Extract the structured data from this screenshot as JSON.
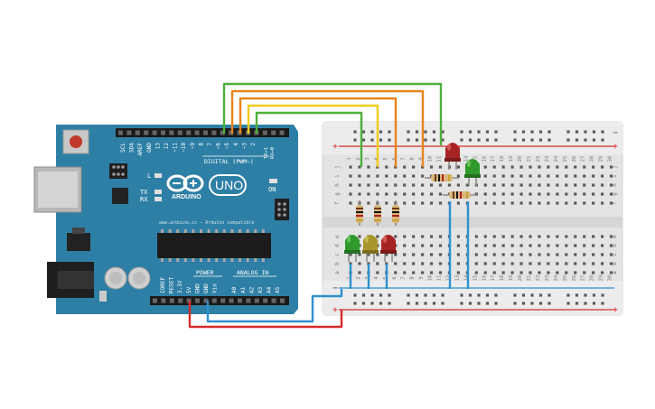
{
  "arduino": {
    "brand": "ARDUINO",
    "model": "UNO",
    "url_text": "www.arduino.cc — Arduino compatible",
    "on_label": "ON",
    "l_label": "L",
    "tx_label": "TX",
    "rx_label": "RX",
    "digital_header": "DIGITAL (PWM~)",
    "tx_pin": "TX→1",
    "rx_pin": "RX←0",
    "top_pins": [
      "SCL",
      "SDA",
      "AREF",
      "GND",
      "13",
      "12",
      "~11",
      "~10",
      "~9",
      "8",
      "7",
      "~6",
      "~5",
      "4",
      "~3",
      "2"
    ],
    "power_header": "POWER",
    "analog_header": "ANALOG IN",
    "bottom_pins": [
      "IOREF",
      "RESET",
      "3.3V",
      "5V",
      "GND",
      "GND",
      "Vin",
      "A0",
      "A1",
      "A2",
      "A3",
      "A4",
      "A5"
    ]
  },
  "breadboard": {
    "row_letters_top": [
      "j",
      "i",
      "h",
      "g",
      "f"
    ],
    "row_letters_bottom": [
      "e",
      "d",
      "c",
      "b",
      "a"
    ],
    "column_numbers": [
      "1",
      "2",
      "3",
      "4",
      "5",
      "6",
      "7",
      "8",
      "9",
      "10",
      "11",
      "12",
      "13",
      "14",
      "15",
      "16",
      "17",
      "18",
      "19",
      "20",
      "21",
      "22",
      "23",
      "24",
      "25",
      "26",
      "27",
      "28",
      "29",
      "30"
    ],
    "rail_plus": "+",
    "rail_minus": "−"
  },
  "colors": {
    "board": "#2e7fa5",
    "wire_green": "#4caf3c",
    "wire_orange": "#e8841a",
    "wire_yellow": "#f2cc1b",
    "wire_blue": "#2e90d0",
    "wire_red": "#d62b2b",
    "led_red": "#a82424",
    "led_green": "#2f9a2a",
    "led_yellow": "#a8962a"
  },
  "components": [
    "green-led",
    "yellow-led",
    "red-led",
    "red-led",
    "green-led",
    "resistor",
    "resistor",
    "resistor",
    "resistor",
    "resistor"
  ]
}
